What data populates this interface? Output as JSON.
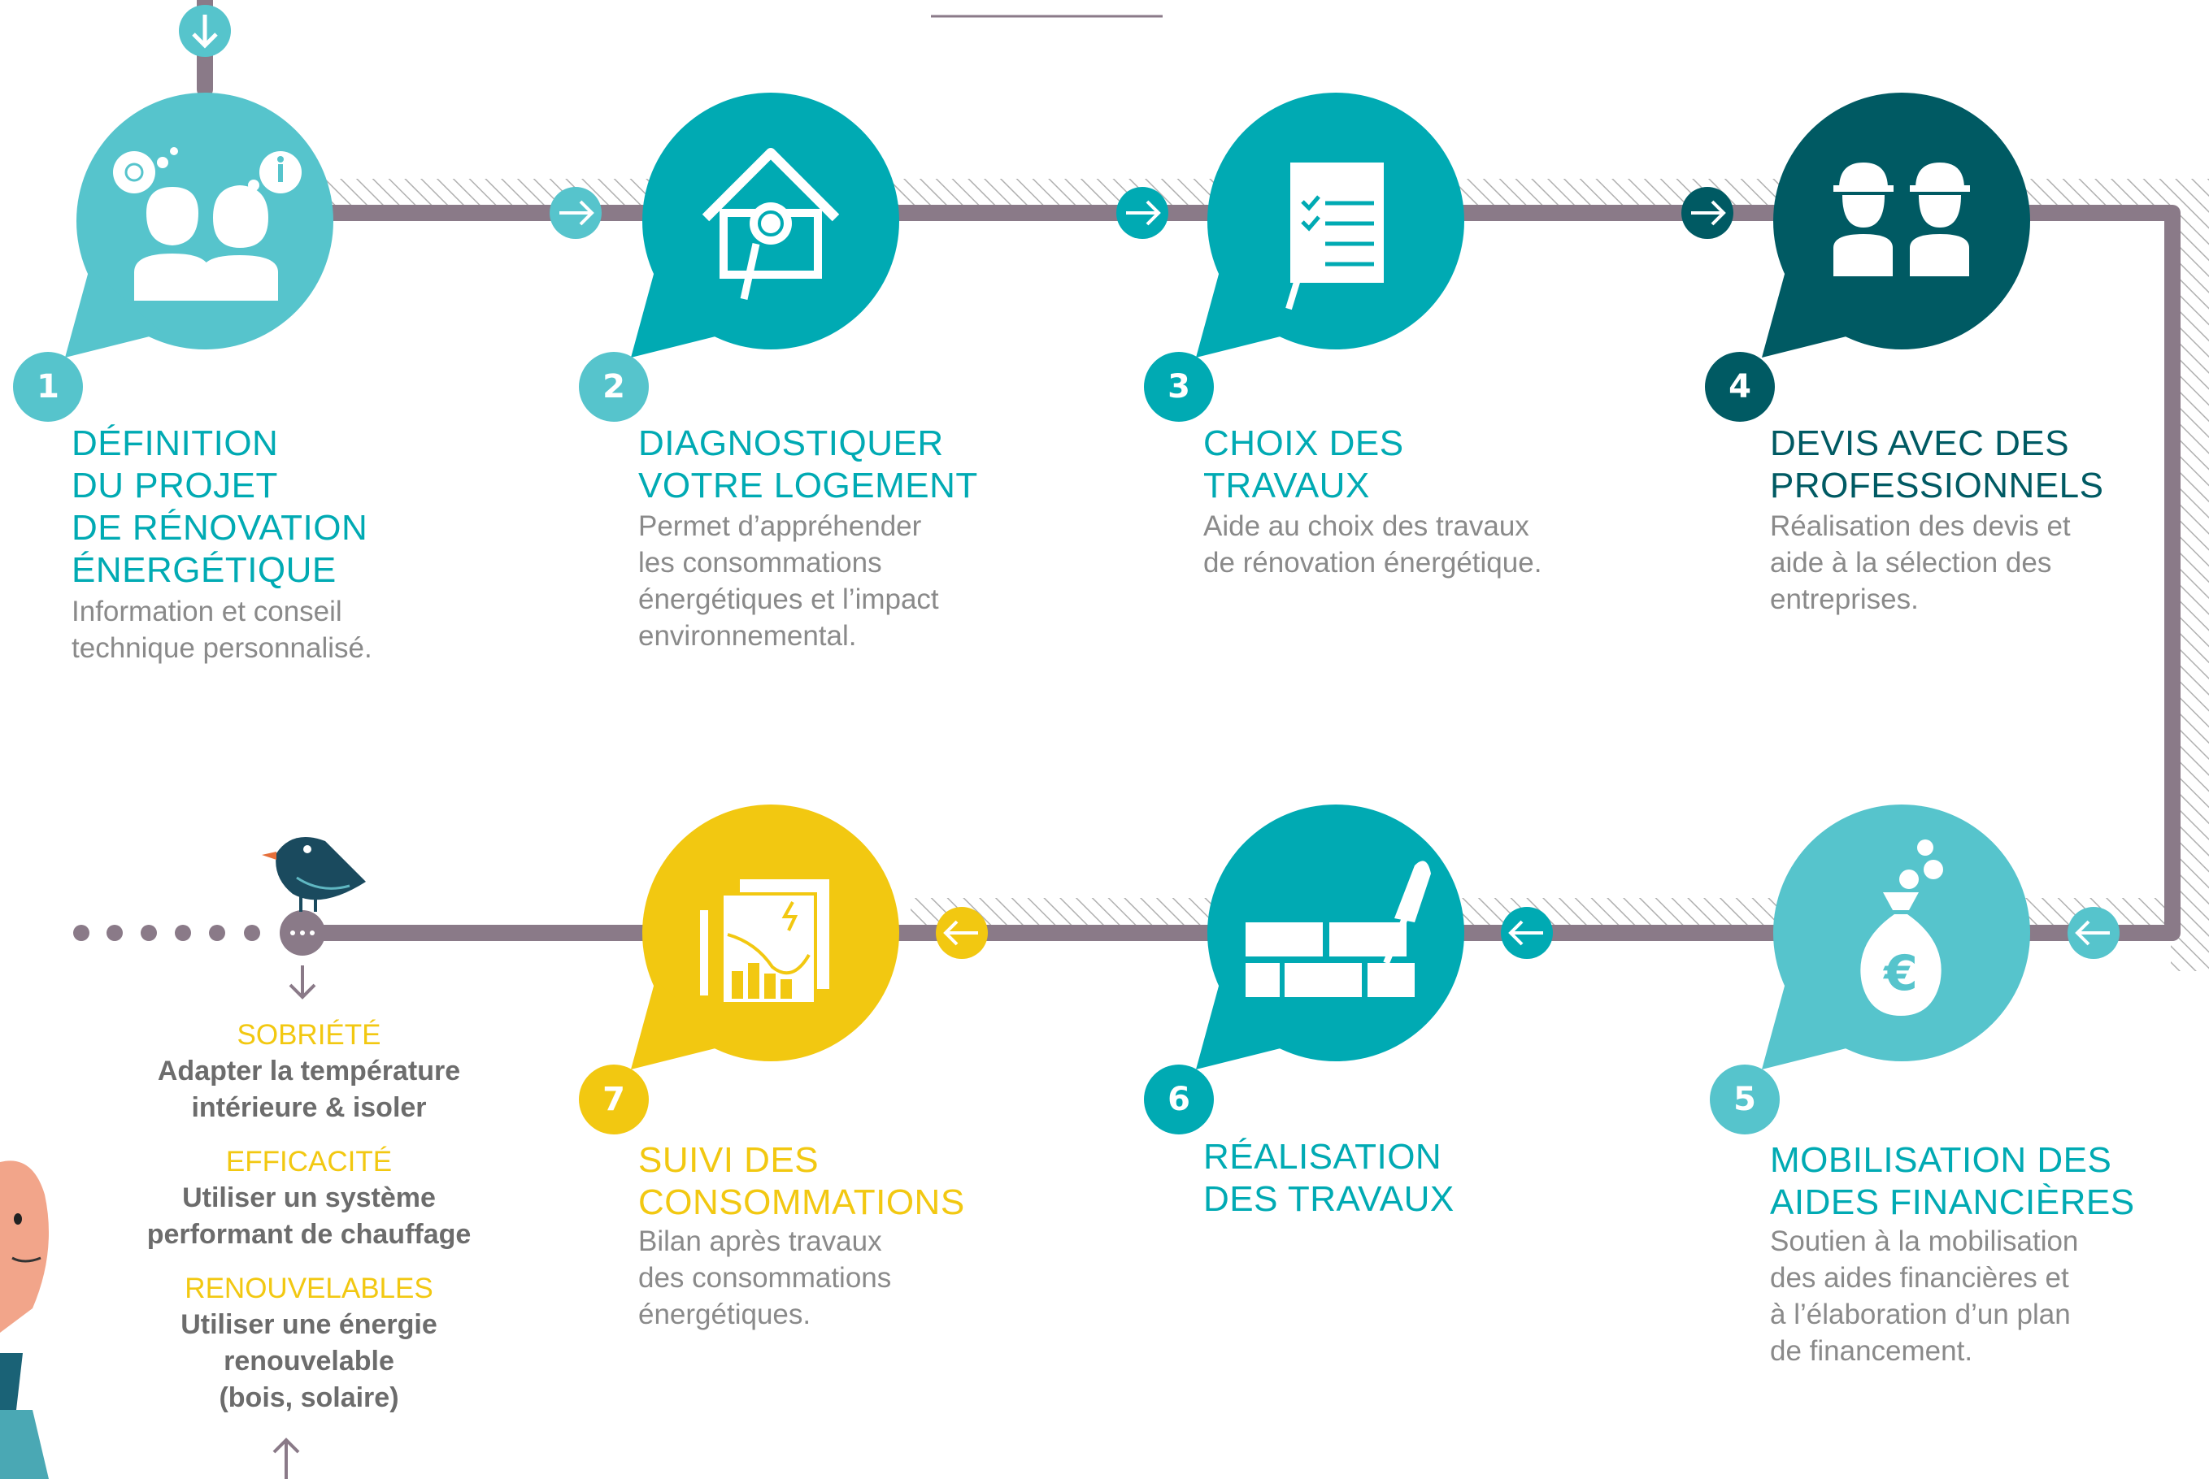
{
  "colors": {
    "teal": "#00aab3",
    "light_teal": "#56c4cc",
    "dark_teal": "#005a63",
    "yellow": "#f2c811",
    "line_gray": "#8a7a88",
    "text_gray": "#8a8a8a",
    "tip_gray": "#6c6c6c"
  },
  "steps": [
    {
      "number": "1",
      "title_lines": [
        "DÉFINITION",
        "DU PROJET",
        "DE RÉNOVATION",
        "ÉNERGÉTIQUE"
      ],
      "desc_lines": [
        "Information et conseil",
        "technique personnalisé."
      ],
      "color": "#56c4cc",
      "icon": "people-info-icon"
    },
    {
      "number": "2",
      "title_lines": [
        "DIAGNOSTIQUER",
        "VOTRE LOGEMENT"
      ],
      "desc_lines": [
        "Permet d’appréhender",
        "les consommations",
        "énergétiques et l’impact",
        "environnemental."
      ],
      "color": "#00aab3",
      "icon": "house-diagnostic-icon"
    },
    {
      "number": "3",
      "title_lines": [
        "CHOIX DES",
        "TRAVAUX"
      ],
      "desc_lines": [
        "Aide au choix des travaux",
        "de rénovation énergétique."
      ],
      "color": "#00aab3",
      "icon": "checklist-icon"
    },
    {
      "number": "4",
      "title_lines": [
        "DEVIS AVEC DES",
        "PROFESSIONNELS"
      ],
      "desc_lines": [
        "Réalisation des devis et",
        "aide à la sélection des",
        "entreprises."
      ],
      "color": "#005a63",
      "icon": "workers-icon"
    },
    {
      "number": "5",
      "title_lines": [
        "MOBILISATION DES",
        "AIDES FINANCIÈRES"
      ],
      "desc_lines": [
        "Soutien à la mobilisation",
        "des aides financières et",
        "à l’élaboration d’un plan",
        "de financement."
      ],
      "color": "#56c4cc",
      "icon": "money-bag-icon"
    },
    {
      "number": "6",
      "title_lines": [
        "RÉALISATION",
        "DES TRAVAUX"
      ],
      "desc_lines": [],
      "color": "#00aab3",
      "icon": "bricks-trowel-icon"
    },
    {
      "number": "7",
      "title_lines": [
        "SUIVI DES",
        "CONSOMMATIONS"
      ],
      "desc_lines": [
        "Bilan après travaux",
        "des consommations",
        "énergétiques."
      ],
      "color": "#f2c811",
      "icon": "consumption-report-icon"
    }
  ],
  "tips": [
    {
      "title": "SOBRIÉTÉ",
      "lines": [
        "Adapter la température",
        "intérieure & isoler"
      ]
    },
    {
      "title": "EFFICACITÉ",
      "lines": [
        "Utiliser un système",
        "performant de chauffage"
      ]
    },
    {
      "title": "RENOUVELABLES",
      "lines": [
        "Utiliser une énergie",
        "renouvelable",
        "(bois, solaire)"
      ]
    }
  ]
}
